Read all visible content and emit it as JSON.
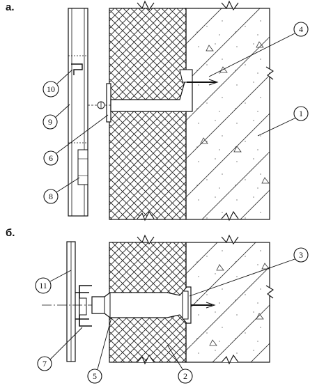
{
  "panels": [
    {
      "id": "a",
      "label": "а."
    },
    {
      "id": "b",
      "label": "б."
    }
  ],
  "callouts": {
    "c1": "1",
    "c2": "2",
    "c3": "3",
    "c4": "4",
    "c5": "5",
    "c6": "6",
    "c7": "7",
    "c8": "8",
    "c9": "9",
    "c10": "10",
    "c11": "11"
  }
}
